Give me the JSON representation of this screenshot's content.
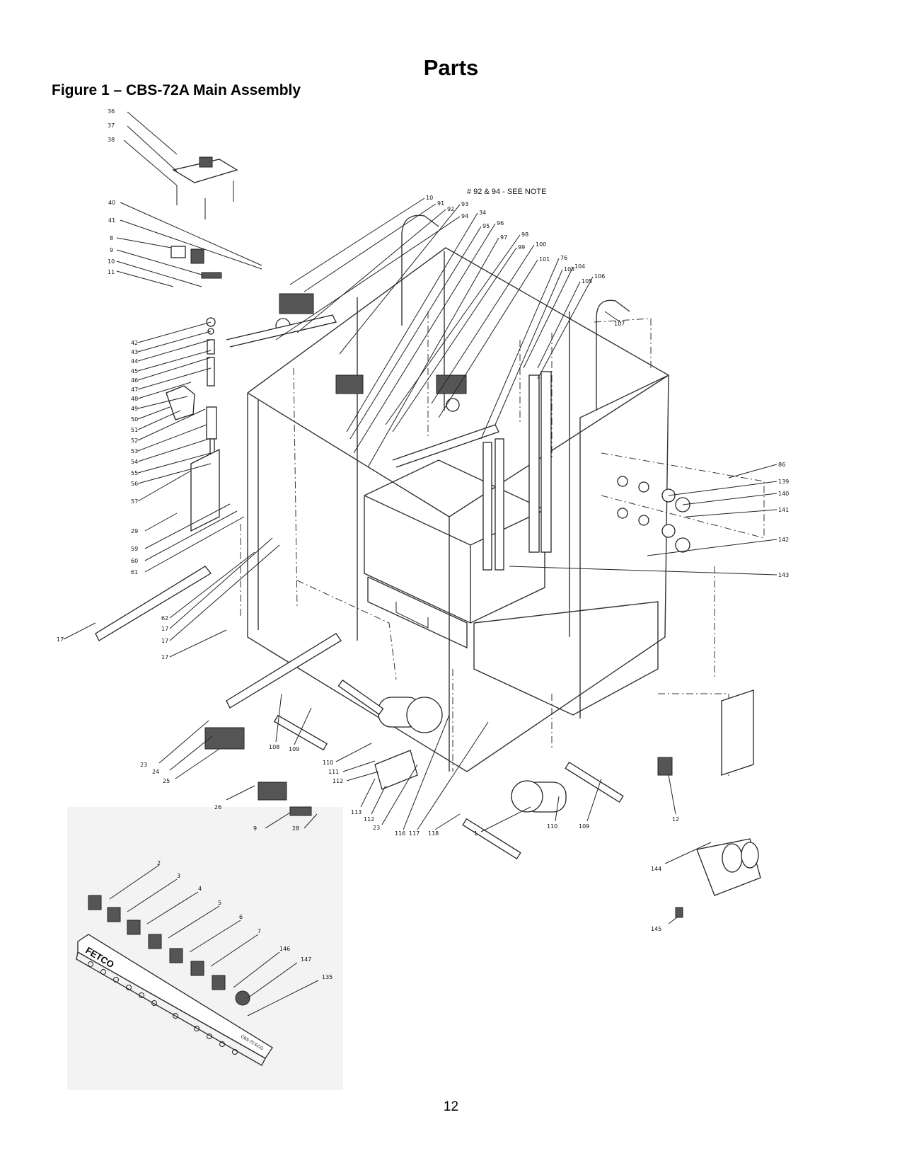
{
  "page": {
    "heading": "Parts",
    "figure_title": "Figure 1 – CBS-72A Main Assembly",
    "page_number": "12"
  },
  "diagram": {
    "note": "# 92 & 94 - SEE NOTE",
    "panel_brand": "FETCO",
    "panel_model": "CBS-72 ECO",
    "callouts": [
      "36",
      "37",
      "38",
      "40",
      "41",
      "8",
      "9",
      "10",
      "11",
      "42",
      "43",
      "44",
      "45",
      "46",
      "47",
      "48",
      "49",
      "50",
      "51",
      "52",
      "53",
      "54",
      "55",
      "56",
      "57",
      "29",
      "59",
      "60",
      "61",
      "17",
      "62",
      "17",
      "17",
      "17",
      "10",
      "91",
      "92",
      "93",
      "94",
      "34",
      "95",
      "96",
      "97",
      "98",
      "99",
      "100",
      "101",
      "76",
      "103",
      "104",
      "105",
      "106",
      "107",
      "86",
      "139",
      "140",
      "141",
      "142",
      "143",
      "23",
      "24",
      "25",
      "26",
      "9",
      "28",
      "108",
      "109",
      "110",
      "111",
      "112",
      "113",
      "112",
      "23",
      "116",
      "117",
      "118",
      "1",
      "110",
      "109",
      "12",
      "144",
      "145",
      "2",
      "3",
      "4",
      "5",
      "6",
      "7",
      "146",
      "147",
      "135"
    ]
  }
}
